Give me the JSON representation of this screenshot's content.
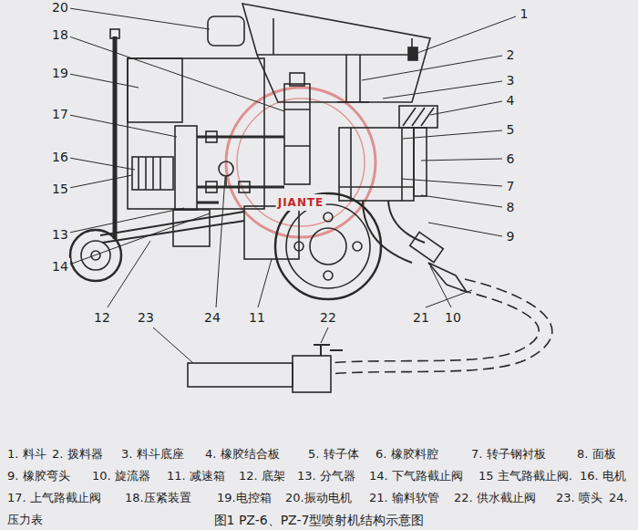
{
  "diagram": {
    "caption": "图1 PZ-6、PZ-7型喷射机结构示意图",
    "labels": [
      "1",
      "2",
      "3",
      "4",
      "5",
      "6",
      "7",
      "8",
      "9",
      "10",
      "11",
      "12",
      "13",
      "14",
      "15",
      "16",
      "17",
      "18",
      "19",
      "20",
      "21",
      "22",
      "23",
      "24",
      "JIANTE",
      "1. 料斗",
      "2. 拨料器",
      "3. 料斗底座",
      "4. 橡胶结合板",
      "5. 转子体",
      "6. 橡胶料腔",
      "7. 转子钢衬板",
      "8. 面板",
      "9. 橡胶弯头",
      "10. 旋流器",
      "11. 减速箱",
      "12. 底架",
      "13. 分气器",
      "14. 下气路截止阀",
      "15 主气路截止阀.",
      "16. 电机",
      "17. 上气路截止阀",
      "18.压紧装置",
      "19.电控箱",
      "20.振动电机",
      "21. 输料软管",
      "22. 供水截止阀",
      "23. 喷头",
      "24. 压力表"
    ]
  }
}
